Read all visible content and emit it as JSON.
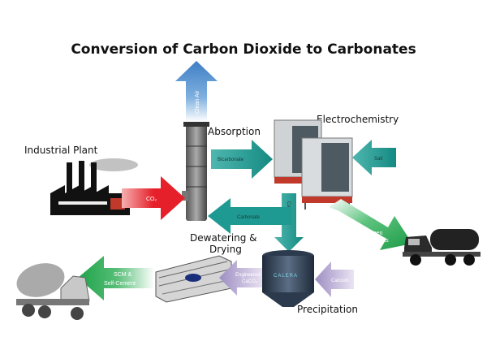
{
  "title": "Conversion of Carbon Dioxide to Carbonates",
  "nodes": {
    "industrial_plant": "Industrial Plant",
    "absorption": "Absorption",
    "electrochemistry": "Electrochemistry",
    "dewatering_line1": "Dewatering &",
    "dewatering_line2": "Drying",
    "precipitation": "Precipitation",
    "tank_logo": "CALERA"
  },
  "arrows": {
    "clean_air": "Clean Air",
    "co2": "CO₂",
    "bicarbonate": "Bicarbonate",
    "salt": "Salt",
    "carbonate_left": "Carbonate",
    "carbonate_down": "Carbonate",
    "green_chemicals_line1": "Green",
    "green_chemicals_line2": "Chemicals",
    "engineered_line1": "Engineered",
    "engineered_line2": "CaCO₃",
    "calcium": "Calcium",
    "scm_line1": "SCM &",
    "scm_line2": "Self-Cement"
  },
  "colors": {
    "teal": "#1f9a92",
    "red": "#e5202a",
    "blue": "#5b9bd5",
    "green": "#1fa34a",
    "purple": "#a89bc9"
  }
}
